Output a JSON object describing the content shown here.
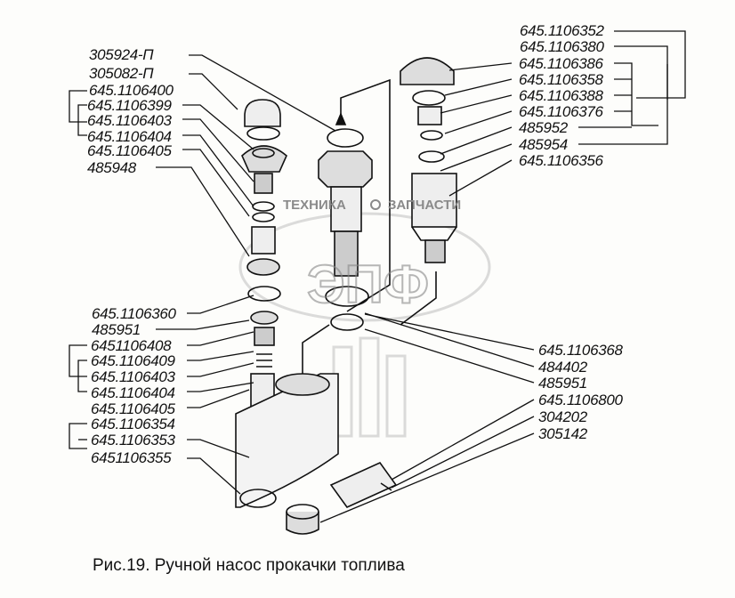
{
  "caption": "Рис.19. Ручной насос прокачки топлива",
  "watermark": {
    "text_left": "ТЕХНИКА",
    "text_right": "ЗАПЧАСТИ",
    "logo": "ЭПФ"
  },
  "labels_left_top": [
    "305924-П",
    "305082-П",
    "645.1106400",
    "645.1106399",
    "645.1106403",
    "645.1106404",
    "645.1106405",
    "485948"
  ],
  "labels_left_bottom": [
    "645.1106360",
    "485951",
    "6451106408",
    "645.1106409",
    "645.1106403",
    "645.1106404",
    "645.1106405",
    "645.1106354",
    "645.1106353",
    "6451106355"
  ],
  "labels_right_top": [
    "645.1106352",
    "645.1106380",
    "645.1106386",
    "645.1106358",
    "645.1106388",
    "645.1106376",
    "485952",
    "485954",
    "645.1106356"
  ],
  "labels_right_bottom": [
    "645.1106368",
    "484402",
    "485951",
    "645.1106800",
    "304202",
    "305142"
  ]
}
